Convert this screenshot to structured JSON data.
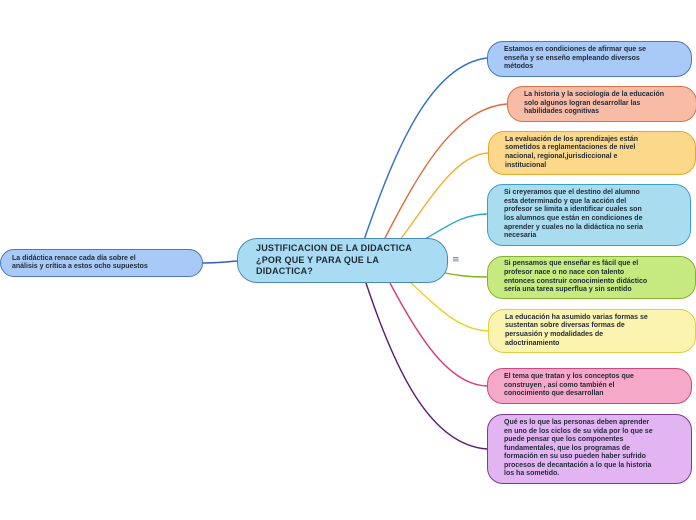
{
  "center_topic": {
    "text": "JUSTIFICACION DE LA DIDACTICA\n¿POR QUE Y PARA QUE LA\nDIDACTICA?"
  },
  "left_topic": {
    "text": "La didáctica renace cada día sobre el\nanálisis y crítica a estos ocho supuestos"
  },
  "branches": [
    {
      "text": "Estamos en condiciones de afirmar que se\nenseña y se enseño empleando diversos\nmétodos",
      "color": "#2f6fc8"
    },
    {
      "text": "La historia y la sociología de la educación\nsolo algunos logran desarrollar las\nhabilidades cognitivas",
      "color": "#e06a3a"
    },
    {
      "text": "La evaluación de los aprendizajes están\nsometidos a reglamentaciones de nivel\nnacional, regional,jurisdiccional e\ninstitucional",
      "color": "#f2b030"
    },
    {
      "text": "Si creyeramos que el destino del alumno\nesta determinado y que la acción del\nprofesor se limita a identificar cuales son\nlos alumnos que están en condiciones de\naprender y cuales no la didáctica no seria\nnecesaria",
      "color": "#2aa8d0"
    },
    {
      "text": "Si pensamos que enseñar es fácil que el\nprofesor nace o no nace con talento\nentonces construir conocimiento didáctico\nsería una tarea superflua y sin sentido",
      "color": "#84b020"
    },
    {
      "text": "La educación ha asumido varias formas se\nsustentan sobre diversas formas de\npersuasión y modalidades de\nadoctrinamiento",
      "color": "#f0d020"
    },
    {
      "text": "El tema que tratan y los conceptos que\nconstruyen , así como también el\nconocimiento que desarrollan",
      "color": "#d83a7a"
    },
    {
      "text": "Qué es lo que las personas deben aprender\nen uno de los ciclos de su vida por lo que se\npuede pensar que los componentes\nfundamentales, que los programas de\nformación en su uso pueden haber sufrido\nprocesos de decantación a lo que la historia\nlos ha sometido.",
      "color": "#5a1a70"
    }
  ],
  "left_link_color": "#2f5fb8",
  "icons": {
    "notes": "notes-icon"
  }
}
